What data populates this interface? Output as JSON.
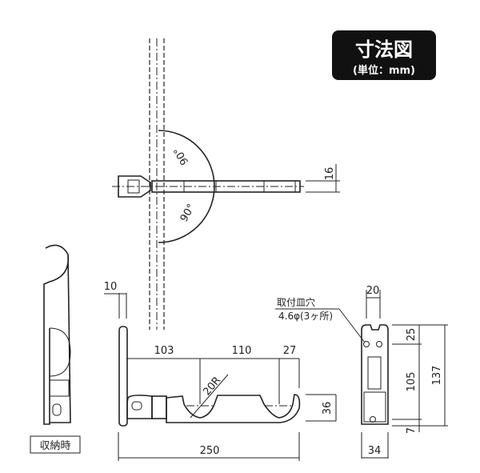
{
  "badge": {
    "title": "寸法図",
    "unit": "(単位：mm)"
  },
  "top_view": {
    "angle_upper": "90°",
    "angle_lower": "90°",
    "dim_rod": "16"
  },
  "stored_view": {
    "label": "収納時"
  },
  "front_view": {
    "dim_wall": "10",
    "dim_a": "103",
    "dim_b": "110",
    "dim_c": "27",
    "radius": "20R",
    "dim_height": "36",
    "dim_total": "250"
  },
  "end_view": {
    "note_line1": "取付皿穴",
    "note_line2": "4.6φ(3ヶ所)",
    "dim_top_width": "20",
    "dim_25": "25",
    "dim_105": "105",
    "dim_137": "137",
    "dim_7": "7",
    "dim_bottom_width": "34"
  },
  "colors": {
    "ink": "#222222",
    "badge_bg": "#111111",
    "badge_text": "#ffffff"
  }
}
